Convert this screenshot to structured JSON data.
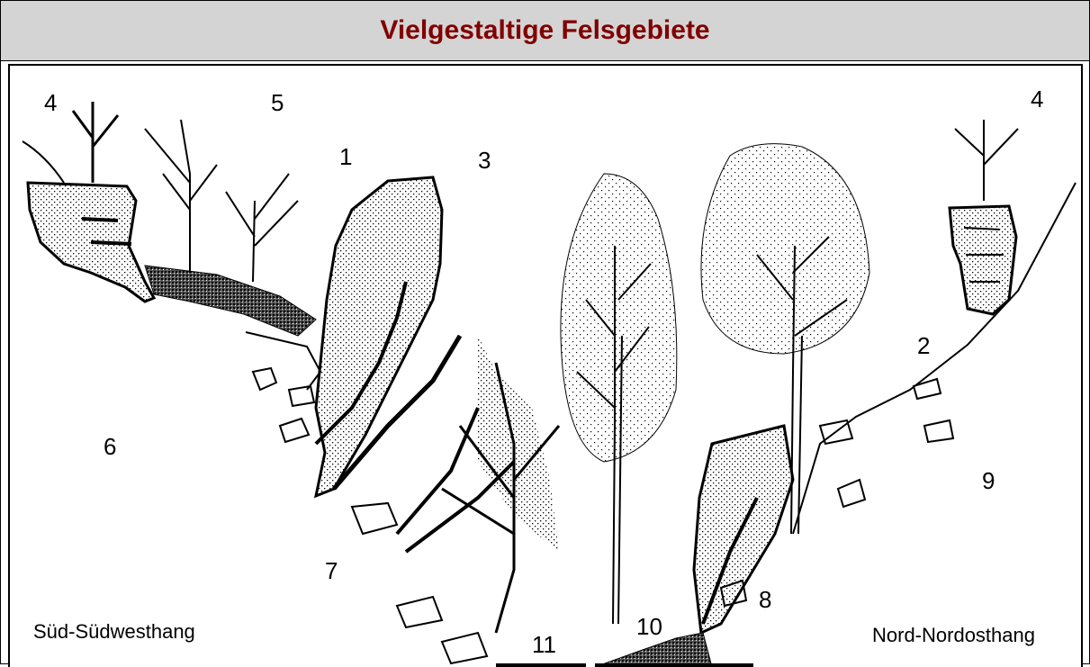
{
  "title": "Vielgestaltige Felsgebiete",
  "labels": {
    "n1": "1",
    "n2": "2",
    "n3": "3",
    "n4a": "4",
    "n4b": "4",
    "n5": "5",
    "n6": "6",
    "n7": "7",
    "n8": "8",
    "n9": "9",
    "n10": "10",
    "n11": "11"
  },
  "slopes": {
    "left": "Süd-Südwesthang",
    "right": "Nord-Nordosthang"
  },
  "colors": {
    "title_text": "#800000",
    "title_bar": "#d4d4d4"
  }
}
